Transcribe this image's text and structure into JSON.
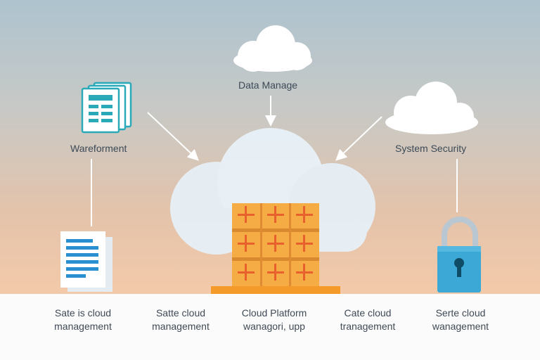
{
  "labels": {
    "top_center": "Data Manage",
    "left": "Wareforment",
    "right": "System Security"
  },
  "captions": [
    {
      "line1": "Sate is cloud",
      "line2": "management"
    },
    {
      "line1": "Satte cloud",
      "line2": "management"
    },
    {
      "line1": "Cloud Platform",
      "line2": "wanagori, upp"
    },
    {
      "line1": "Cate cloud",
      "line2": "tranagement"
    },
    {
      "line1": "Serte cloud",
      "line2": "wanagement"
    }
  ],
  "colors": {
    "cloud_fill": "#e7f1f8",
    "server_orange": "#f4a640",
    "server_red": "#e8602c",
    "teal": "#2aa9b8",
    "lock_blue": "#3ba8d6"
  },
  "icons": [
    "cloud-icon",
    "forms-icon",
    "document-icon",
    "server-stack-icon",
    "padlock-icon"
  ]
}
